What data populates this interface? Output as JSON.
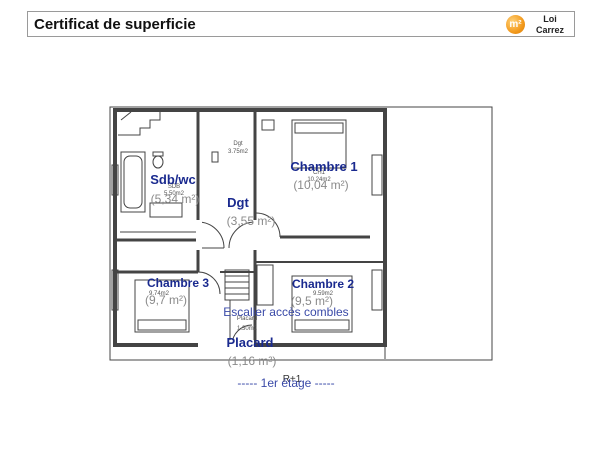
{
  "header": {
    "title": "Certificat de superficie",
    "badge_symbol": "m²",
    "badge_line1": "Loi",
    "badge_line2": "Carrez"
  },
  "rooms": {
    "sdb": {
      "name": "Sdb/wc",
      "area": "(5,34 m²)",
      "plan_label": "SDB",
      "plan_area": "5.50m2"
    },
    "chambre1": {
      "name": "Chambre 1",
      "area": "(10,04 m²)",
      "plan_label": "CH1",
      "plan_area": "10.24m2"
    },
    "dgt": {
      "name": "Dgt",
      "area": "(3,55 m²)",
      "plan_label": "Dgt",
      "plan_area": "3.75m2"
    },
    "chambre3": {
      "name": "Chambre 3",
      "area": "(9,7 m²)",
      "plan_area": "9.74m2"
    },
    "chambre2": {
      "name": "Chambre 2",
      "area": "(9,5 m²)",
      "plan_area": "9.59m2"
    },
    "placard": {
      "name": "Placard",
      "area": "(1,16 m²)",
      "plan_label": "Placard",
      "plan_area": "1.30m2"
    },
    "escalier": {
      "name": "Escalier accès combles"
    }
  },
  "floor": {
    "label": "-----  1er étage  -----",
    "plan_label": "R+1"
  },
  "colors": {
    "room_name": "#1a2a8f",
    "area": "#8a8a8a",
    "wall": "#444444",
    "badge": "#f39a1c"
  }
}
